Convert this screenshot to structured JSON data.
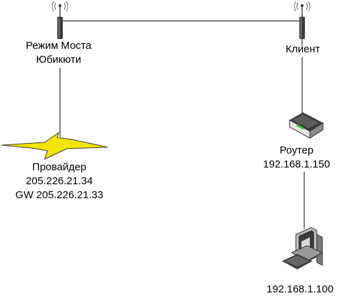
{
  "nodes": {
    "bridge": {
      "icon": "antenna-icon",
      "lines": [
        "Режим Моста",
        "Юбикюти"
      ]
    },
    "client": {
      "icon": "antenna-icon",
      "lines": [
        "Клиент"
      ]
    },
    "provider": {
      "icon": "lightning-icon",
      "lines": [
        "Провайдер",
        "205.226.21.34",
        "GW 205.226.21.33"
      ]
    },
    "router": {
      "icon": "router-icon",
      "lines": [
        "Роутер",
        "192.168.1.150"
      ]
    },
    "pc": {
      "icon": "computer-icon",
      "lines": [
        "192.168.1.100"
      ]
    }
  },
  "links": [
    {
      "from": "bridge",
      "to": "client"
    },
    {
      "from": "bridge",
      "to": "provider"
    },
    {
      "from": "client",
      "to": "router"
    },
    {
      "from": "router",
      "to": "pc"
    }
  ],
  "colors": {
    "line": "#000000",
    "lightning_fill": "#f2e600",
    "lightning_stroke": "#3f3f3f",
    "device_dark": "#3b3b3b",
    "device_light": "#e6e6e6",
    "led": "#3fb13f"
  }
}
